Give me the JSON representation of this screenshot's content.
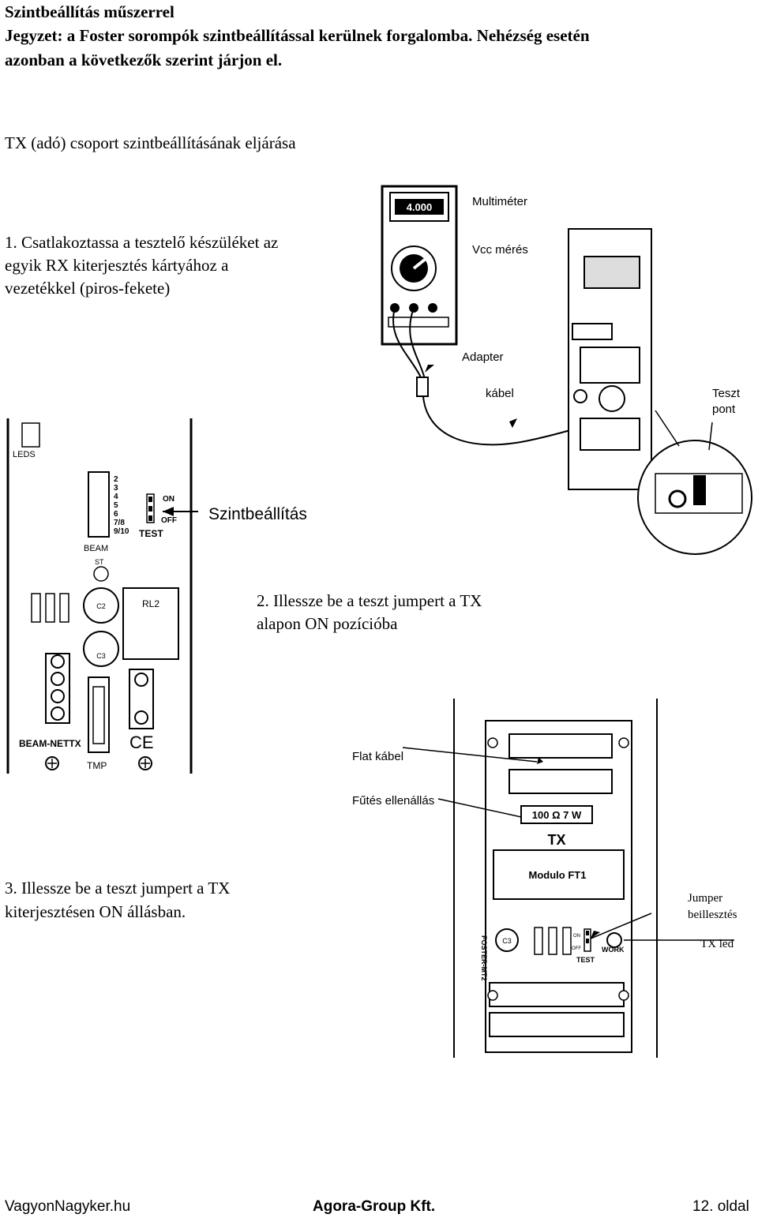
{
  "header": {
    "title": "Szintbeállítás műszerrel",
    "note_line1": "Jegyzet: a Foster sorompók szintbeállítással kerülnek forgalomba. Nehézség esetén",
    "note_line2": "azonban a következők szerint járjon el.",
    "section_title": "TX (adó) csoport szintbeállításának eljárása"
  },
  "steps": {
    "step1_line1": "1. Csatlakoztassa a tesztelő készüléket az",
    "step1_line2": "egyik RX kiterjesztés kártyához a",
    "step1_line3": "vezetékkel (piros-fekete)",
    "step2_line1": "2. Illessze be a teszt jumpert a TX",
    "step2_line2": "alapon ON pozícióba",
    "step3_line1": "3. Illessze be a teszt jumpert a TX",
    "step3_line2": "kiterjesztésen ON állásban."
  },
  "figure1": {
    "display": "4.000",
    "label_multimeter": "Multiméter",
    "label_vcc": "Vcc mérés",
    "label_adapter": "Adapter",
    "label_cable": "kábel",
    "label_test_point_1": "Teszt",
    "label_test_point_2": "pont"
  },
  "figure2": {
    "label_leds": "LEDS",
    "beam_numbers": [
      "2",
      "3",
      "4",
      "5",
      "6",
      "7/8",
      "9/10"
    ],
    "label_beam": "BEAM",
    "label_on": "ON",
    "label_off": "OFF",
    "label_test": "TEST",
    "label_st": "ST",
    "label_c2": "C2",
    "label_c3": "C3",
    "label_rl2": "RL2",
    "label_beam_nettx": "BEAM-NETTX",
    "label_tmp": "TMP",
    "label_ce": "CE",
    "label_level": "Szintbeállítás"
  },
  "figure3": {
    "label_flat_cable": "Flat kábel",
    "label_heater": "Fűtés ellenállás",
    "resistor": "100 Ω  7 W",
    "label_tx": "TX",
    "module": "Modulo FT1",
    "label_work": "WORK",
    "label_test": "TEST",
    "label_on": "ON",
    "label_off": "OFF",
    "vertical_label": "FOSTER-MT2",
    "label_jumper_1": "Jumper",
    "label_jumper_2": "beillesztés",
    "label_tx_led": "TX led"
  },
  "footer": {
    "left": "VagyonNagyker.hu",
    "center": "Agora-Group Kft.",
    "right": "12. oldal"
  }
}
